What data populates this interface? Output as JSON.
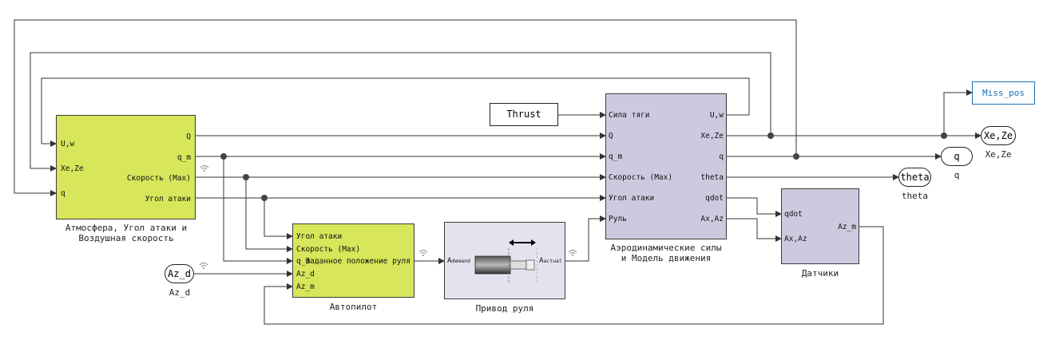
{
  "blocks": {
    "atmosphere": {
      "inputs": [
        "U,w",
        "Xe,Ze",
        "q"
      ],
      "outputs": [
        "Q",
        "q_m",
        "Скорость (Max)",
        "Угол атаки"
      ],
      "caption_line1": "Атмосфера, Угол атаки и",
      "caption_line2": "Воздушная скорость"
    },
    "autopilot": {
      "inputs": [
        "Угол атаки",
        "Скорость (Max)",
        "q_m",
        "Az_d",
        "Az_m"
      ],
      "output": "Заданное положение руля",
      "caption": "Автопилот"
    },
    "actuator": {
      "in_label_main": "A",
      "in_label_sub": "demand",
      "out_label_main": "A",
      "out_label_sub": "actual",
      "caption": "Привод руля"
    },
    "aero": {
      "inputs": [
        "Сила тяги",
        "Q",
        "q_m",
        "Скорость (Max)",
        "Угол атаки",
        "Руль"
      ],
      "outputs": [
        "U,w",
        "Xe,Ze",
        "q",
        "theta",
        "qdot",
        "Ax,Az"
      ],
      "caption_line1": "Аэродинамические силы",
      "caption_line2": "и Модель движения"
    },
    "sensors": {
      "inputs": [
        "qdot",
        "Ax,Az"
      ],
      "output": "Az_m",
      "caption": "Датчики"
    },
    "thrust": {
      "label": "Thrust"
    },
    "miss_pos": {
      "label": "Miss_pos",
      "color": "#1f6fb5"
    }
  },
  "terminals": {
    "az_d": {
      "label": "Az_d",
      "caption": "Az_d"
    },
    "xeze": {
      "label": "Xe,Ze",
      "caption": "Xe,Ze"
    },
    "q": {
      "label": "q",
      "caption": "q"
    },
    "theta": {
      "label": "theta",
      "caption": "theta"
    }
  },
  "colors": {
    "green_block": "#d7e65a",
    "purple_block": "#cfc9e0",
    "actuator_block": "#e4e2ee",
    "line": "#333333",
    "link_blue": "#1f6fb5"
  },
  "icons": [
    "wifi-icon",
    "actuator-cylinder-icon",
    "double-arrow-icon"
  ]
}
